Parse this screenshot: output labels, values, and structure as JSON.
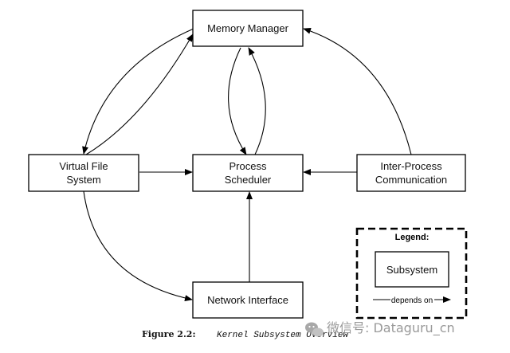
{
  "nodes": {
    "memory_manager": "Memory Manager",
    "process_scheduler": [
      "Process",
      "Scheduler"
    ],
    "virtual_file_system": [
      "Virtual File",
      "System"
    ],
    "inter_process_communication": [
      "Inter-Process",
      "Communication"
    ],
    "network_interface": "Network Interface"
  },
  "edges": [
    {
      "from": "virtual_file_system",
      "to": "memory_manager"
    },
    {
      "from": "memory_manager",
      "to": "virtual_file_system"
    },
    {
      "from": "memory_manager",
      "to": "process_scheduler"
    },
    {
      "from": "process_scheduler",
      "to": "memory_manager"
    },
    {
      "from": "virtual_file_system",
      "to": "process_scheduler"
    },
    {
      "from": "inter_process_communication",
      "to": "process_scheduler"
    },
    {
      "from": "inter_process_communication",
      "to": "memory_manager"
    },
    {
      "from": "virtual_file_system",
      "to": "network_interface"
    },
    {
      "from": "network_interface",
      "to": "process_scheduler"
    }
  ],
  "legend": {
    "title": "Legend:",
    "subsystem_label": "Subsystem",
    "depends_on_label": "depends on"
  },
  "caption": {
    "label": "Figure 2.2:",
    "text": "Kernel Subsystem Overview"
  },
  "watermark": {
    "text": "微信号: Dataguru_cn"
  }
}
